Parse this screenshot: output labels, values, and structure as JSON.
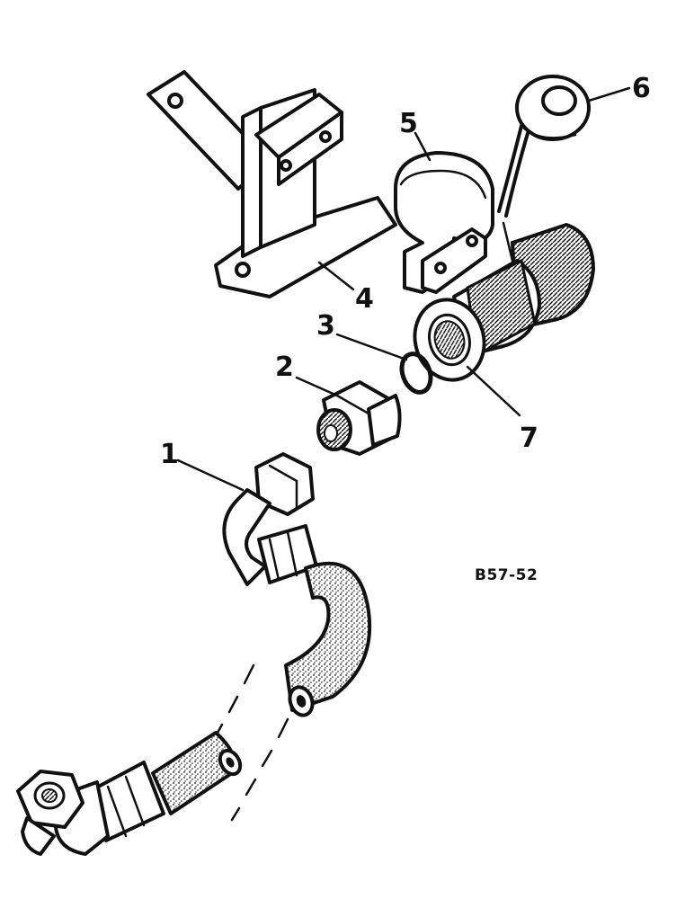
{
  "callouts": {
    "c1": "1",
    "c2": "2",
    "c3": "3",
    "c4": "4",
    "c5": "5",
    "c6": "6",
    "c7": "7"
  },
  "figure_code": "B57-52"
}
